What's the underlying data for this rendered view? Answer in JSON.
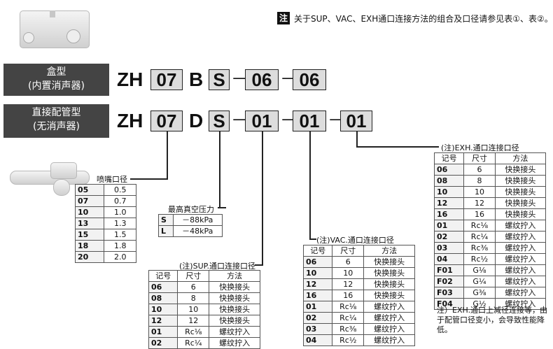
{
  "note": {
    "mark": "注",
    "text": "关于SUP、VAC、EXH通口连接方法的组合及口径请参见表①、表②。"
  },
  "row1": {
    "label_line1": "盒型",
    "label_line2": "(内置消声器)",
    "prefix": "ZH",
    "nozzle": "07",
    "type": "B",
    "vacuum": "S",
    "dash": "－",
    "port1": "06",
    "port2": "06"
  },
  "row2": {
    "label_line1": "直接配管型",
    "label_line2": "(无消声器)",
    "prefix": "ZH",
    "nozzle": "07",
    "type": "D",
    "vacuum": "S",
    "dash": "－",
    "port1": "01",
    "port2": "01",
    "port3": "01"
  },
  "nozzle_table": {
    "title": "喷嘴口径",
    "rows": [
      [
        "05",
        "0.5"
      ],
      [
        "07",
        "0.7"
      ],
      [
        "10",
        "1.0"
      ],
      [
        "13",
        "1.3"
      ],
      [
        "15",
        "1.5"
      ],
      [
        "18",
        "1.8"
      ],
      [
        "20",
        "2.0"
      ]
    ]
  },
  "vacuum_table": {
    "title": "最高真空压力",
    "rows": [
      [
        "S",
        "－88kPa"
      ],
      [
        "L",
        "－48kPa"
      ]
    ]
  },
  "sup_table": {
    "title": "(注)SUP.通口连接口径",
    "headers": [
      "记号",
      "尺寸",
      "方法"
    ],
    "rows": [
      [
        "06",
        "6",
        "快换接头"
      ],
      [
        "08",
        "8",
        "快换接头"
      ],
      [
        "10",
        "10",
        "快换接头"
      ],
      [
        "12",
        "12",
        "快换接头"
      ],
      [
        "01",
        "Rc⅛",
        "螺纹拧入"
      ],
      [
        "02",
        "Rc¼",
        "螺纹拧入"
      ]
    ]
  },
  "vac_table": {
    "title": "(注)VAC.通口连接口径",
    "headers": [
      "记号",
      "尺寸",
      "方法"
    ],
    "rows": [
      [
        "06",
        "6",
        "快换接头"
      ],
      [
        "10",
        "10",
        "快换接头"
      ],
      [
        "12",
        "12",
        "快换接头"
      ],
      [
        "16",
        "16",
        "快换接头"
      ],
      [
        "01",
        "Rc⅛",
        "螺纹拧入"
      ],
      [
        "02",
        "Rc¼",
        "螺纹拧入"
      ],
      [
        "03",
        "Rc⅜",
        "螺纹拧入"
      ],
      [
        "04",
        "Rc½",
        "螺纹拧入"
      ]
    ]
  },
  "exh_table": {
    "title": "(注)EXH.通口连接口径",
    "headers": [
      "记号",
      "尺寸",
      "方法"
    ],
    "rows": [
      [
        "06",
        "6",
        "快换接头"
      ],
      [
        "08",
        "8",
        "快换接头"
      ],
      [
        "10",
        "10",
        "快换接头"
      ],
      [
        "12",
        "12",
        "快换接头"
      ],
      [
        "16",
        "16",
        "快换接头"
      ],
      [
        "01",
        "Rc⅛",
        "螺纹拧入"
      ],
      [
        "02",
        "Rc¼",
        "螺纹拧入"
      ],
      [
        "03",
        "Rc⅜",
        "螺纹拧入"
      ],
      [
        "04",
        "Rc½",
        "螺纹拧入"
      ],
      [
        "F01",
        "G⅛",
        "螺纹拧入"
      ],
      [
        "F02",
        "G¼",
        "螺纹拧入"
      ],
      [
        "F03",
        "G⅜",
        "螺纹拧入"
      ],
      [
        "F04",
        "G½",
        "螺纹拧入"
      ]
    ]
  },
  "footnote": "注）EXH.通口上减径连接等，由于配管口径变小，会导致性能降低。"
}
